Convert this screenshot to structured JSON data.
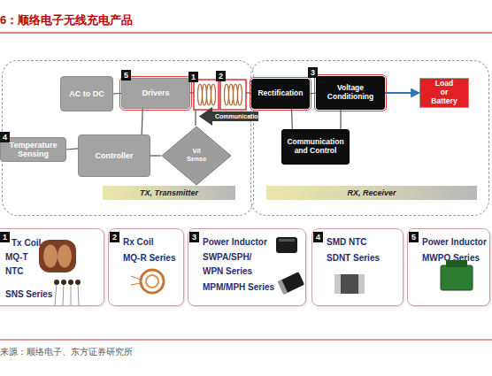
{
  "diagram": {
    "title": "6：顺络电子无线充电产品",
    "caption": "来源：顺络电子、东方证券研究所",
    "nodes": [
      {
        "text": [
          "TX, Transmitter"
        ]
      },
      {
        "text": [
          "AC to DC"
        ],
        "in": 0
      },
      {
        "text": [
          "Drivers"
        ],
        "in": 0
      },
      {
        "text": [
          "Temperature Sensing"
        ],
        "in": 0
      },
      {
        "text": [
          "Controller"
        ],
        "in": 0
      },
      {
        "text": [
          "V/I Sense"
        ],
        "in": 0
      },
      {
        "text": [
          "RX, Receiver"
        ]
      },
      {
        "text": [
          "Rectification"
        ],
        "in": 6
      },
      {
        "text": [
          "Voltage Conditioning"
        ],
        "in": 6
      },
      {
        "text": [
          "Communication and Control"
        ],
        "in": 6
      },
      {
        "text": [
          "Load or Battery"
        ],
        "in": 6
      },
      {
        "text": [
          "Tx Coil",
          "MQ-T",
          "NTC",
          "SNS Series"
        ]
      },
      {
        "text": [
          "Rx Coil",
          "MQ-R Series"
        ]
      },
      {
        "text": [
          "Power Inductor",
          "SWPA/SPH/ WPN Series",
          "MPM/MPH Series"
        ]
      },
      {
        "text": [
          "SMD NTC",
          "SDNT Series"
        ]
      },
      {
        "text": [
          "Power Inductor",
          "MWPQ Series"
        ]
      }
    ],
    "edges": [
      {
        "from": 1,
        "to": 2,
        "arrow": "none"
      },
      {
        "from": 3,
        "to": 4,
        "arrow": "none"
      },
      {
        "from": 4,
        "to": 2,
        "arrow": "none"
      },
      {
        "from": 5,
        "to": 4,
        "arrow": "none"
      },
      {
        "from": 7,
        "to": 8,
        "arrow": "none"
      },
      {
        "from": 8,
        "to": 10,
        "arrow": "to"
      },
      {
        "from": 9,
        "to": 7,
        "arrow": "none"
      },
      {
        "from": 9,
        "to": 8,
        "arrow": "none"
      }
    ],
    "labels": [
      "5",
      "1",
      "2",
      "3",
      "Communication",
      "4",
      "1",
      "2",
      "3",
      "4",
      "5"
    ]
  }
}
